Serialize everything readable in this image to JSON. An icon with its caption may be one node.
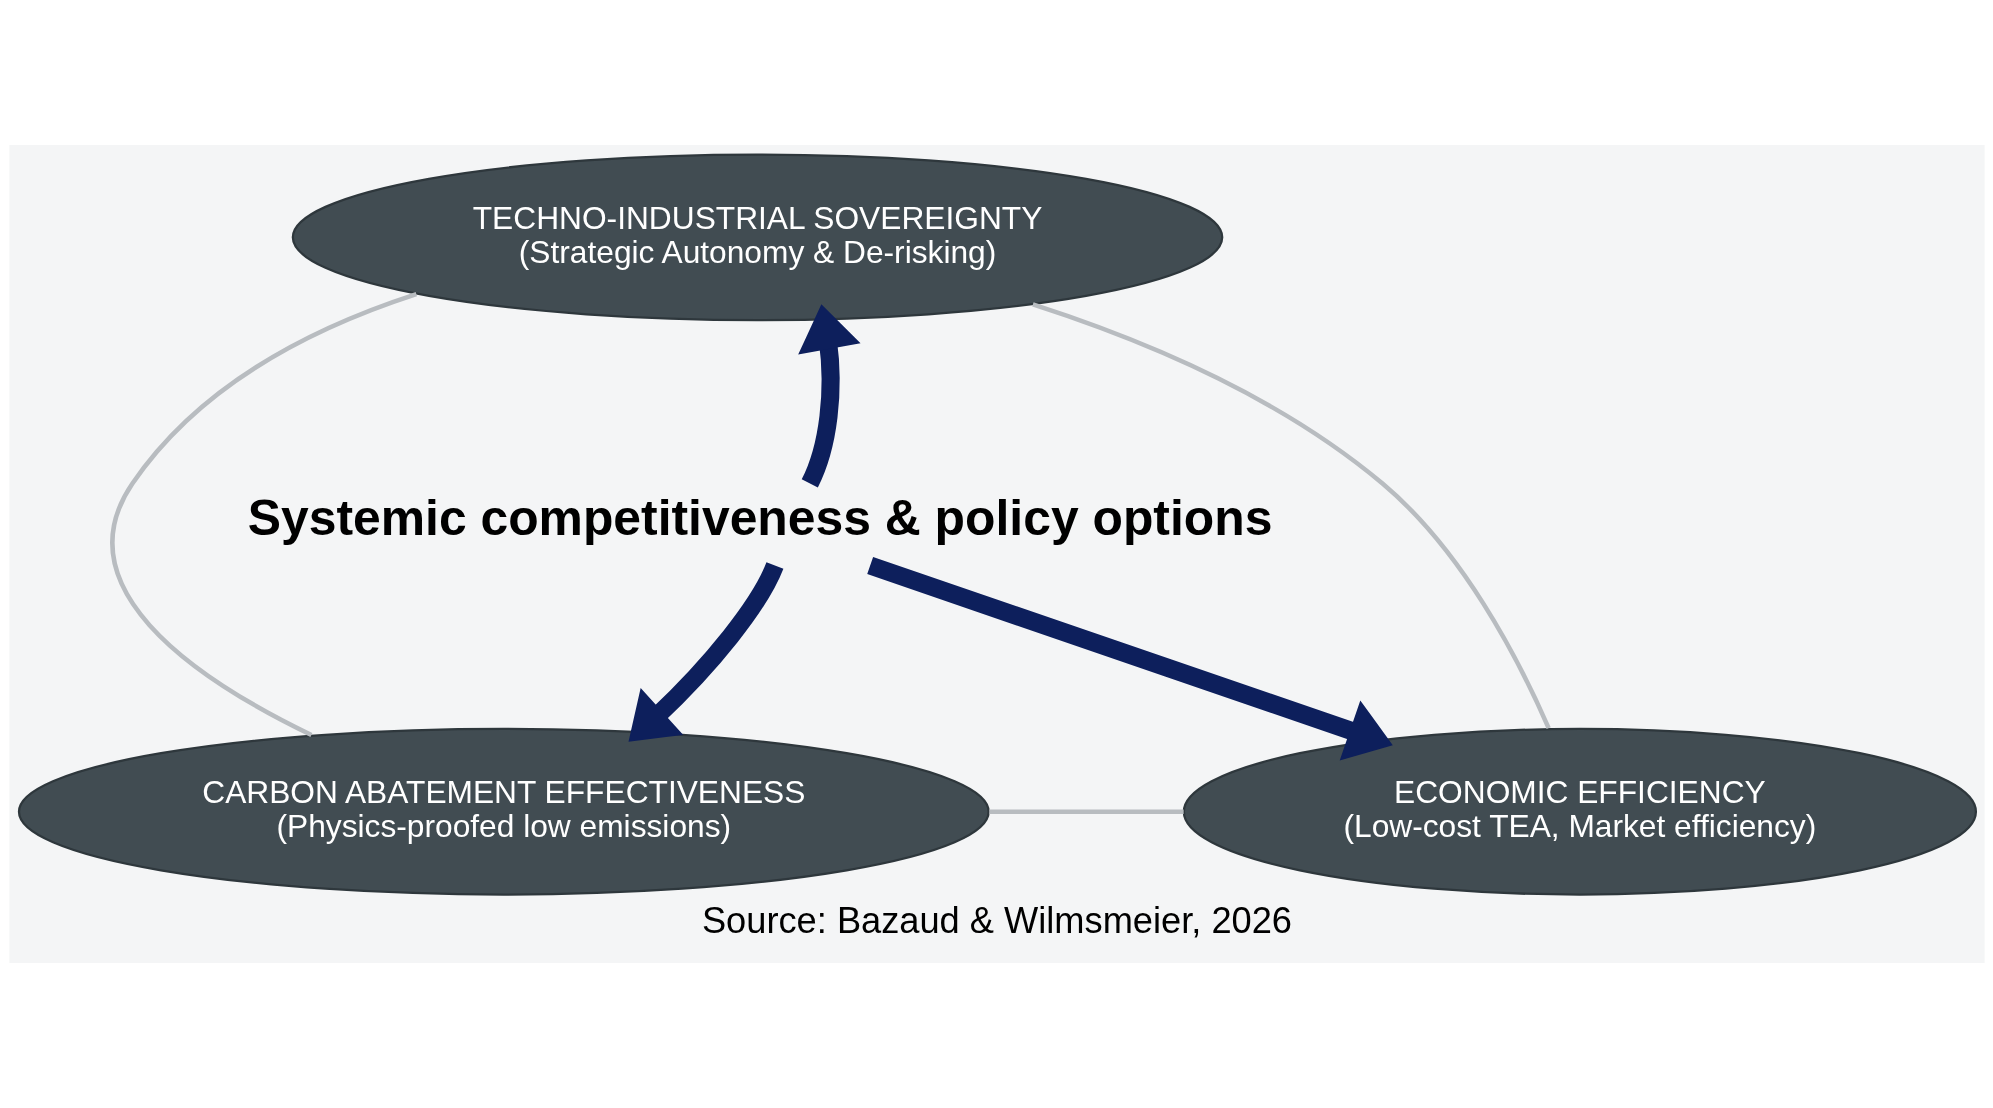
{
  "diagram": {
    "caption": "Source: Bazaud & Wilmsmeier, 2026",
    "nodes": [
      {
        "text": [
          "TECHNO-INDUSTRIAL SOVEREIGNTY",
          "(Strategic Autonomy & De-risking)"
        ]
      },
      {
        "text": [
          "CARBON ABATEMENT EFFECTIVENESS",
          "(Physics-proofed low emissions)"
        ]
      },
      {
        "text": [
          "ECONOMIC EFFICIENCY",
          "(Low-cost TEA, Market efficiency)"
        ]
      },
      {
        "text": [
          "Systemic competitiveness & policy options"
        ]
      }
    ],
    "edges": [
      {
        "from": 0,
        "to": 1,
        "arrow": "none"
      },
      {
        "from": 1,
        "to": 2,
        "arrow": "none"
      },
      {
        "from": 0,
        "to": 2,
        "arrow": "none"
      },
      {
        "from": 3,
        "to": 0,
        "arrow": "to",
        "style": "thick",
        "color": "#0d1f5c"
      },
      {
        "from": 3,
        "to": 1,
        "arrow": "to",
        "style": "thick",
        "color": "#0d1f5c"
      },
      {
        "from": 3,
        "to": 2,
        "arrow": "to",
        "style": "thick",
        "color": "#0d1f5c"
      }
    ]
  }
}
